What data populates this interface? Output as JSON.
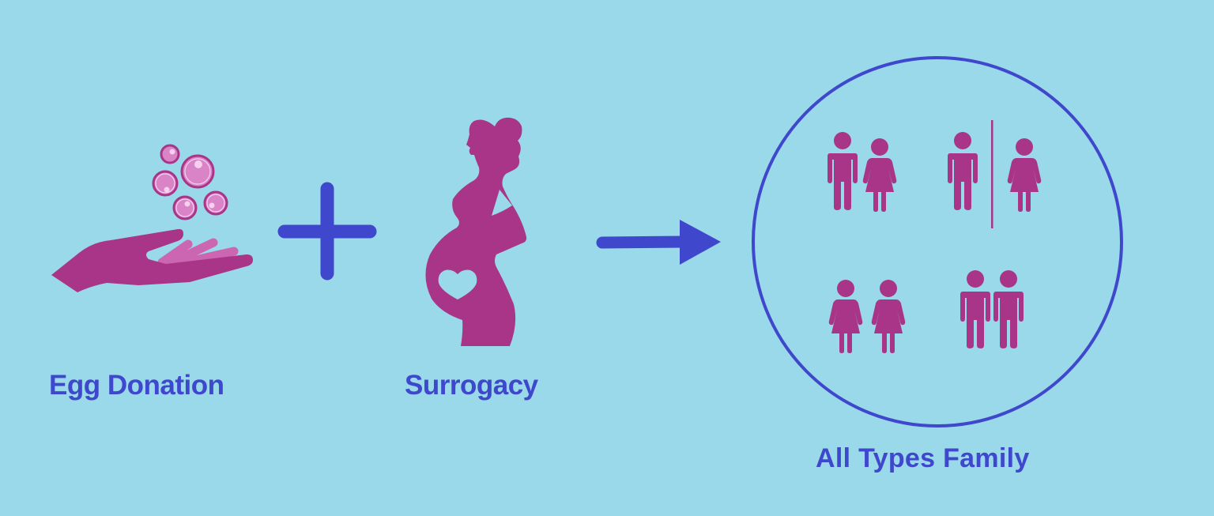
{
  "diagram": {
    "title": "Egg Donation + Surrogacy → All Types Family",
    "colors": {
      "background": "#99d9e9",
      "magenta": "#a93589",
      "egg_fill": "#d884c6",
      "finger_light": "#cc66b3",
      "accent_blue": "#3f48cc"
    },
    "nodes": [
      {
        "id": "egg-donation",
        "label": "Egg Donation",
        "icon": "hand-with-eggs-icon"
      },
      {
        "id": "surrogacy",
        "label": "Surrogacy",
        "icon": "pregnant-woman-icon"
      },
      {
        "id": "all-types-family",
        "label": "All Types Family",
        "icon": "family-types-icon"
      }
    ],
    "operators": [
      {
        "type": "plus",
        "icon": "plus-icon"
      },
      {
        "type": "arrow",
        "icon": "arrow-right-icon"
      }
    ],
    "family_types": [
      {
        "id": "man-woman-couple",
        "icon": "man-woman-couple-icon"
      },
      {
        "id": "single-parent",
        "icon": "man-woman-separated-icon"
      },
      {
        "id": "two-women",
        "icon": "two-women-couple-icon"
      },
      {
        "id": "two-men",
        "icon": "two-men-couple-icon"
      }
    ]
  }
}
